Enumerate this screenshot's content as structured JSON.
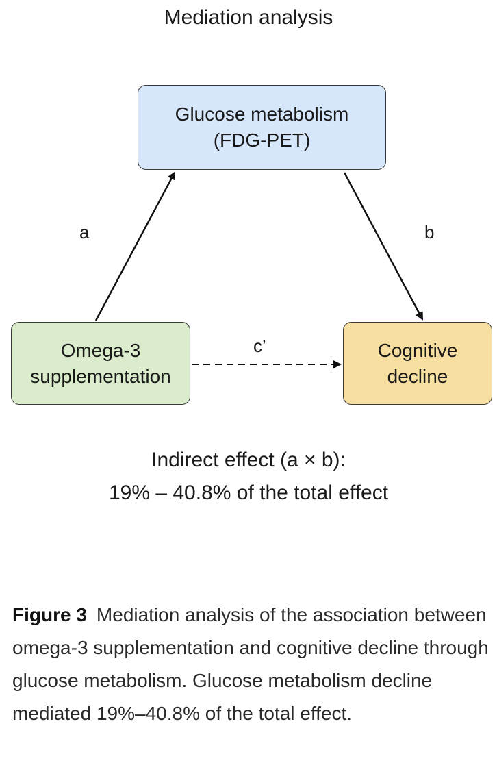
{
  "title": "Mediation analysis",
  "nodes": {
    "mediator": {
      "line1": "Glucose metabolism",
      "line2": "(FDG-PET)",
      "fill": "#d6e7fb"
    },
    "exposure": {
      "line1": "Omega-3",
      "line2": "supplementation",
      "fill": "#dbeccd"
    },
    "outcome": {
      "line1": "Cognitive",
      "line2": "decline",
      "fill": "#f7dea1"
    }
  },
  "paths": {
    "a": "a",
    "b": "b",
    "c_prime": "c’"
  },
  "indirect_effect": {
    "line1": "Indirect effect (a × b):",
    "line2": "19% – 40.8% of the total effect"
  },
  "caption": {
    "label": "Figure 3",
    "text": "Mediation analysis of the association between omega-3 supplementation and cognitive decline through glucose metabolism. Glucose metabolism decline mediated 19%–40.8% of the total effect."
  }
}
